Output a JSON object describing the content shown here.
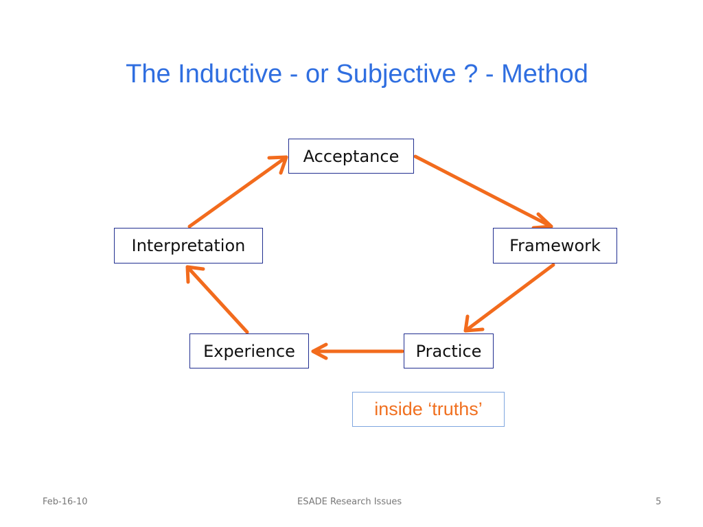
{
  "slide": {
    "title": "The Inductive - or Subjective ? - Method"
  },
  "cycle": {
    "nodes": {
      "acceptance": "Acceptance",
      "framework": "Framework",
      "practice": "Practice",
      "experience": "Experience",
      "interpretation": "Interpretation"
    },
    "note": "inside ‘truths’"
  },
  "footer": {
    "date": "Feb-16-10",
    "center": "ESADE Research Issues",
    "page_number": "5"
  },
  "colors": {
    "title": "#2f6ee0",
    "arrow": "#f26b1d",
    "node_border": "#1f2d8f",
    "note_text": "#f07020",
    "note_border": "#7ea6df"
  }
}
